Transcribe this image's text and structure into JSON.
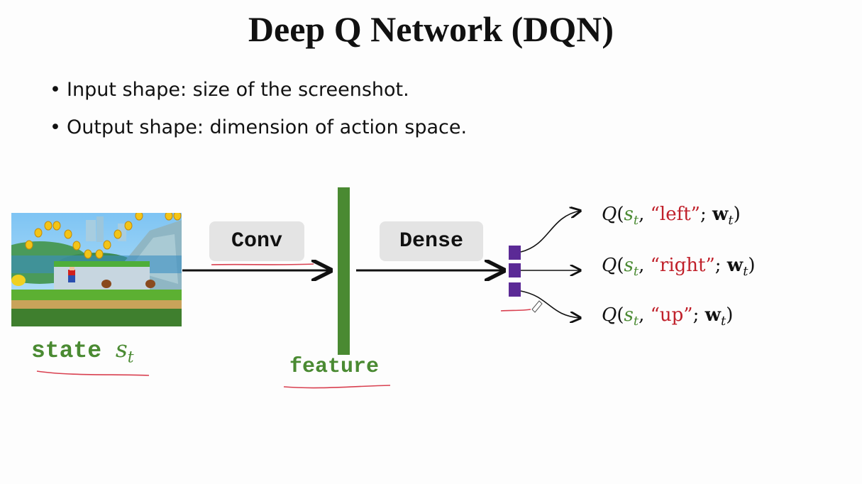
{
  "title": "Deep Q Network (DQN)",
  "bullets": [
    "Input shape: size of the screenshot.",
    "Output shape:  dimension of action space."
  ],
  "diagram": {
    "conv_label": "Conv",
    "dense_label": "Dense",
    "state_label": "state",
    "state_var": "s",
    "state_sub": "t",
    "feature_label": "feature",
    "outputs": [
      {
        "q": "Q",
        "s": "s",
        "s_sub": "t",
        "action": "“left”",
        "w": "w",
        "w_sub": "t"
      },
      {
        "q": "Q",
        "s": "s",
        "s_sub": "t",
        "action": "“right”",
        "w": "w",
        "w_sub": "t"
      },
      {
        "q": "Q",
        "s": "s",
        "s_sub": "t",
        "action": "“up”",
        "w": "w",
        "w_sub": "t"
      }
    ],
    "colors": {
      "feature_bar": "#4a8a32",
      "output_units": "#5b2a96",
      "underline": "#d94050",
      "action_text": "#c0202a",
      "state_text": "#4a8a32"
    }
  }
}
